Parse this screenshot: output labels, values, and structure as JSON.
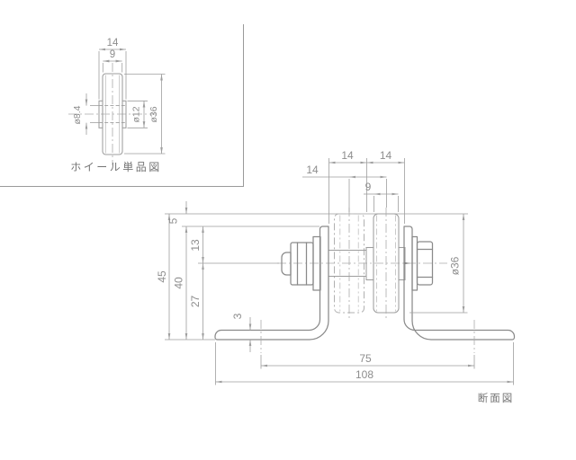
{
  "colors": {
    "background": "#ffffff",
    "main_line": "#8a8a8a",
    "dim_line": "#9e9e9e",
    "dim_text": "#8d8d8d",
    "caption_text": "#757575",
    "phantom_line": "#b0b0b0"
  },
  "detail_view": {
    "caption": "ホイール単品図",
    "dims": {
      "flange_width": "14",
      "tread_width": "9",
      "bore_dia": "ø8.4",
      "hub_dia": "ø12",
      "outer_dia": "ø36"
    }
  },
  "section_view": {
    "caption": "断面図",
    "dims": {
      "wheel1_width": "14",
      "wheel2_width": "14",
      "center_distance": "14",
      "tread_width": "9",
      "top_clearance": "5",
      "total_height": "45",
      "bracket_height": "40",
      "axle_offset": "13",
      "axle_to_base": "27",
      "plate_thickness": "3",
      "wheel_dia": "ø36",
      "hole_pitch": "75",
      "overall_width": "108"
    }
  }
}
